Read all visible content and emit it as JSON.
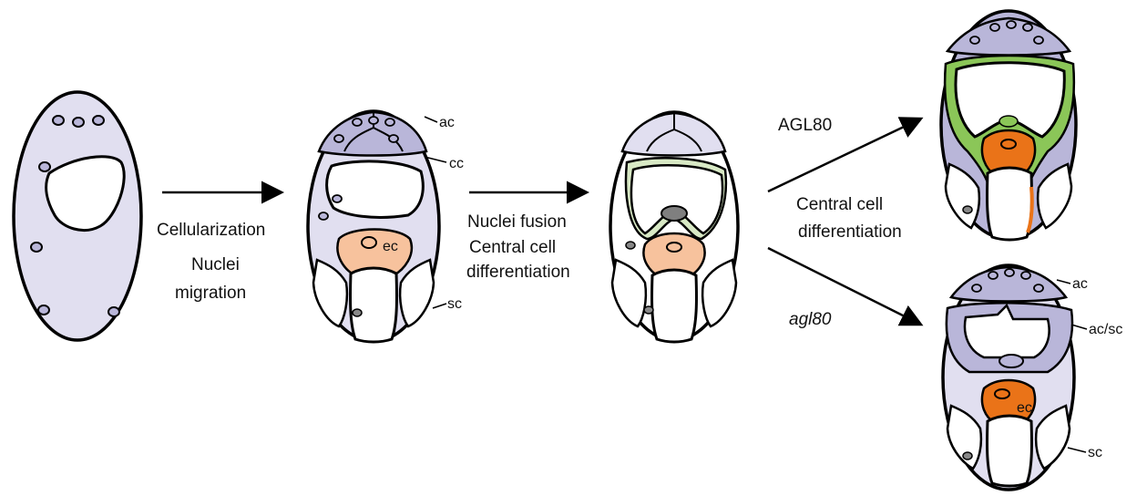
{
  "colors": {
    "lavender": "#e1dff0",
    "purple": "#b9b6d9",
    "peach": "#f7c29d",
    "orange": "#ea7318",
    "light_green": "#d8e9c5",
    "green": "#8bc658",
    "outline": "#000000",
    "background": "#ffffff"
  },
  "steps": {
    "step1": {
      "line1": "Cellularization",
      "line2": "Nuclei",
      "line3": "migration"
    },
    "step2": {
      "line1": "Nuclei fusion",
      "line2": "Central cell",
      "line3": "differentiation"
    },
    "wild_type": {
      "gene": "AGL80",
      "line1": "Central cell",
      "line2": "differentiation"
    },
    "mutant": {
      "gene": "agl80"
    }
  },
  "cell_labels": {
    "ac": "ac",
    "cc": "cc",
    "ec": "ec",
    "sc": "sc",
    "ac_sc": "ac/sc"
  }
}
